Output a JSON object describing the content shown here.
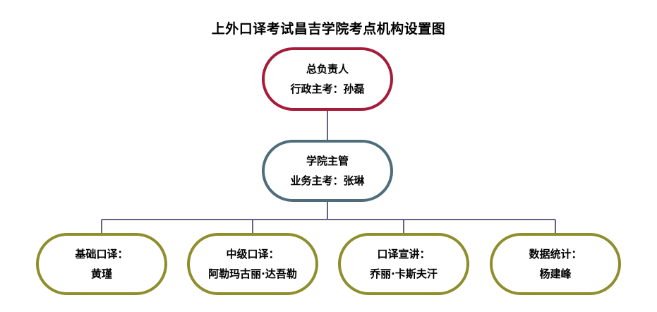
{
  "title": "上外口译考试昌吉学院考点机构设置图",
  "colors": {
    "top_border": "#a61b3a",
    "mid_border": "#4e6d7c",
    "leaf_border": "#8f8d2c",
    "connector": "#66608a"
  },
  "top": {
    "line1": "总负责人",
    "line2": "行政主考：孙磊"
  },
  "mid": {
    "line1": "学院主管",
    "line2": "业务主考：张琳"
  },
  "leaves": [
    {
      "line1": "基础口译：",
      "line2": "黄瑾"
    },
    {
      "line1": "中级口译：",
      "line2": "阿勒玛古丽·达吾勒"
    },
    {
      "line1": "口译宣讲：",
      "line2": "乔丽·卡斯夫汗"
    },
    {
      "line1": "数据统计：",
      "line2": "杨建峰"
    }
  ]
}
